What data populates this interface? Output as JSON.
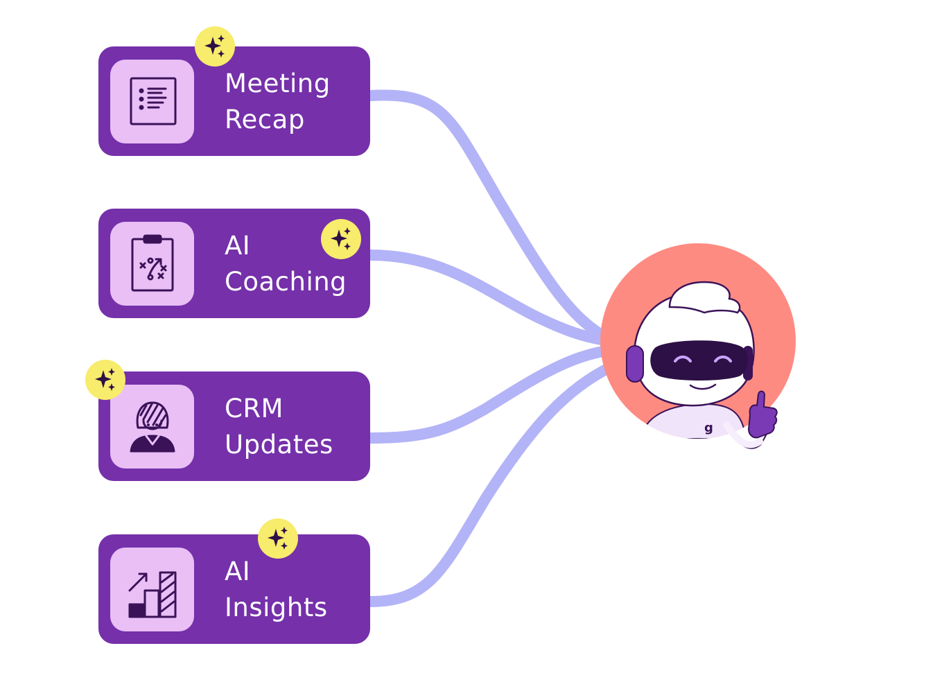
{
  "cards": [
    {
      "line1": "Meeting",
      "line2": "Recap",
      "icon": "document-list-icon"
    },
    {
      "line1": "AI",
      "line2": "Coaching",
      "icon": "clipboard-play-icon"
    },
    {
      "line1": "CRM",
      "line2": "Updates",
      "icon": "person-avatar-icon"
    },
    {
      "line1": "AI",
      "line2": "Insights",
      "icon": "bar-chart-growth-icon"
    }
  ],
  "colors": {
    "card": "#7530aa",
    "tile": "#e9bff6",
    "sparkle": "#f7ec6b",
    "connector": "#b3b3f7",
    "avatar_bg": "#fe8b82",
    "icon_stroke": "#3a1258"
  },
  "avatar": {
    "icon": "robot-mascot-icon"
  }
}
